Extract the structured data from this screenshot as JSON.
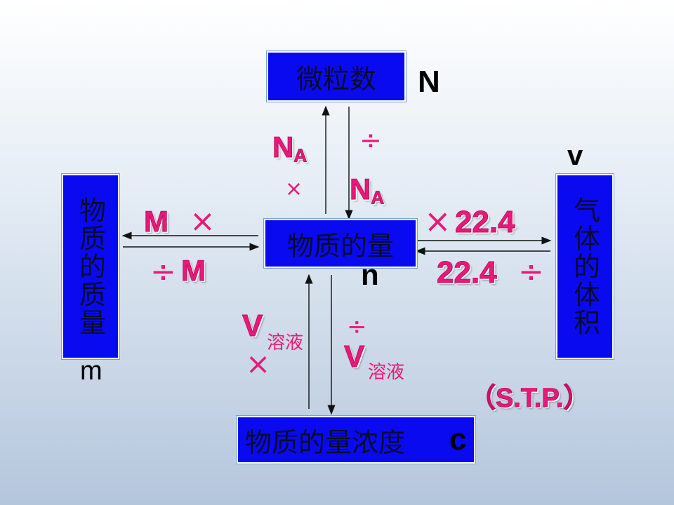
{
  "boxes": {
    "particles": "微粒数",
    "amount": "物质的量",
    "mass": "物质的质量",
    "volume": "气体的体积",
    "concentration": "物质的量浓度"
  },
  "symbols": {
    "N": "N",
    "n": "n",
    "m": "m",
    "V": "V",
    "c": "c"
  },
  "ops": {
    "na_up_label": "NA",
    "na_up_sub": "A",
    "na_up_base": "N",
    "times": "×",
    "divide": "÷",
    "M": "M",
    "v224": "22.4",
    "V": "V",
    "solution": "溶液",
    "stp": "（S.T.P.）"
  }
}
